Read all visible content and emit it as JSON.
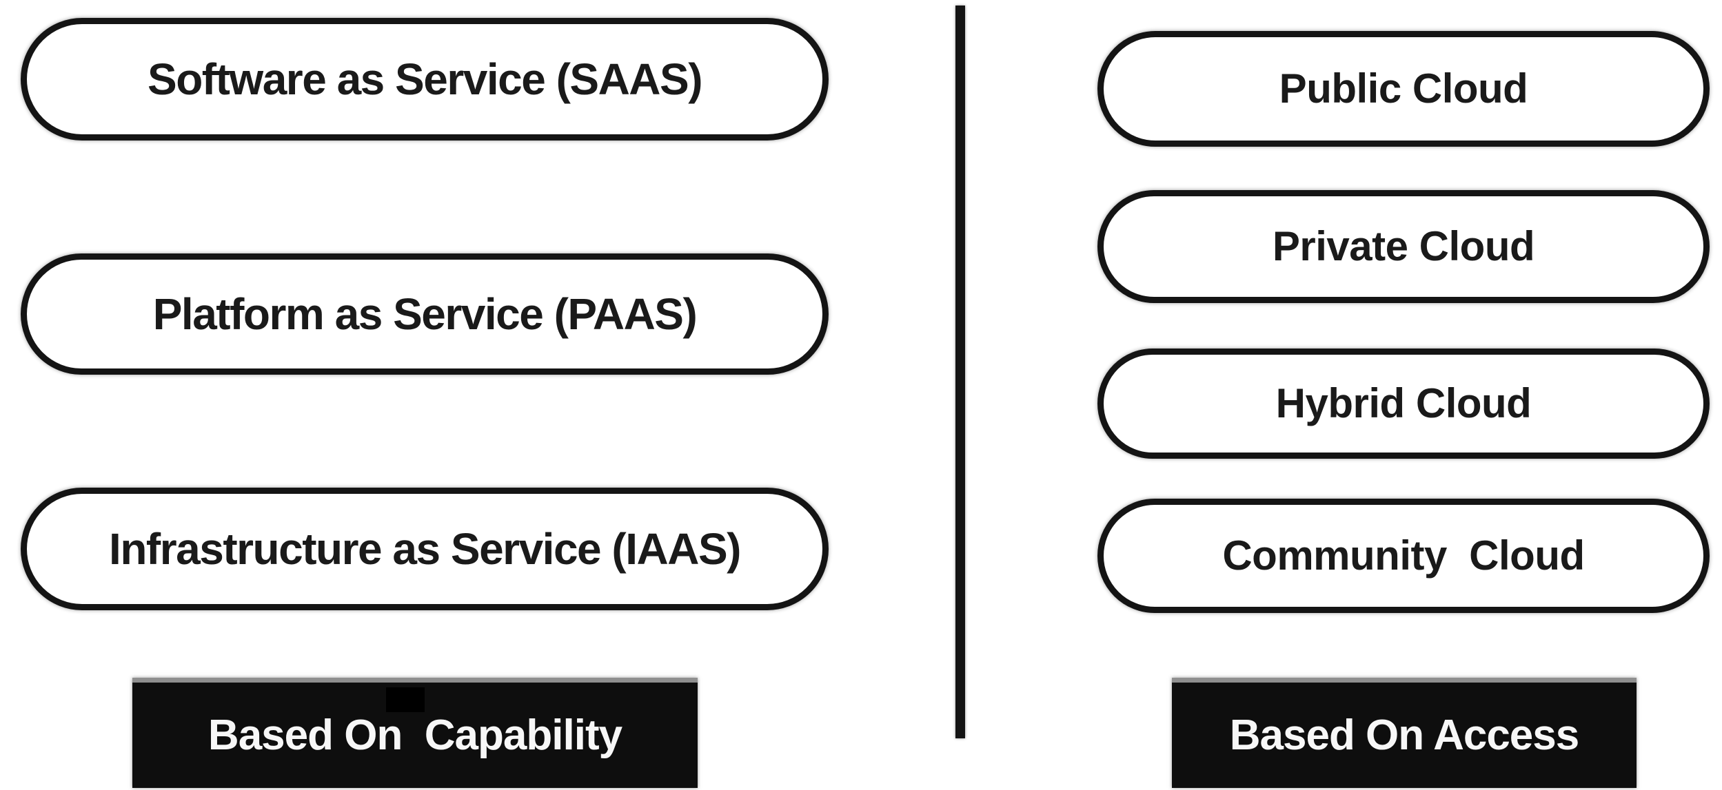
{
  "diagram": {
    "title_hint": "Cloud computing classification diagram",
    "left": {
      "items": [
        {
          "label": "Software as Service (SAAS)"
        },
        {
          "label": "Platform as Service (PAAS)"
        },
        {
          "label": "Infrastructure as Service (IAAS)"
        }
      ],
      "caption": "Based On  Capability"
    },
    "right": {
      "items": [
        {
          "label": "Public Cloud"
        },
        {
          "label": "Private Cloud"
        },
        {
          "label": "Hybrid Cloud"
        },
        {
          "label": "Community  Cloud"
        }
      ],
      "caption": "Based On Access"
    },
    "colors": {
      "background": "#ffffff",
      "pill_fill": "#ffffff",
      "pill_border": "#141414",
      "pill_text": "#1a1a1a",
      "caption_fill": "#0e0e0e",
      "caption_text": "#f7f7f7",
      "divider": "#141414"
    }
  }
}
